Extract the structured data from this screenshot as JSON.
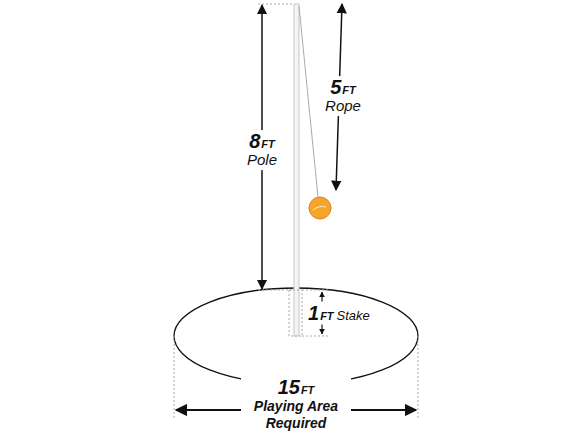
{
  "diagram": {
    "labels": [
      "8",
      "FT",
      "Pole",
      "5",
      "FT",
      "Rope",
      "1",
      "FT",
      "Stake",
      "15",
      "FT",
      "Playing Area Required"
    ]
  }
}
